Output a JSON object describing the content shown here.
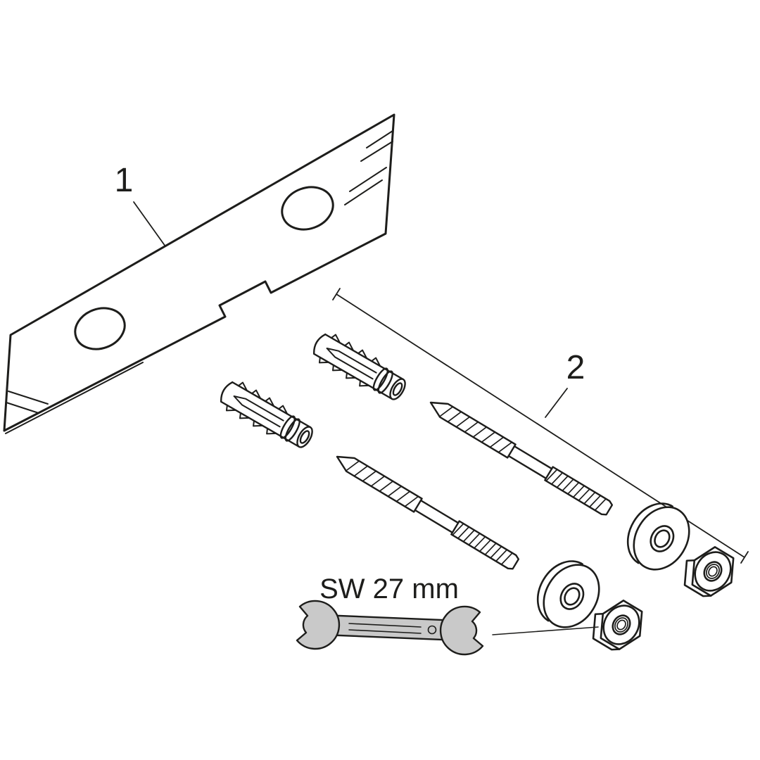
{
  "diagram": {
    "background": "#ffffff",
    "line_color": "#1d1d1b",
    "wrench_fill": "#c9c9c9",
    "callouts": [
      {
        "text": "1",
        "part": "mounting-plate"
      },
      {
        "text": "2",
        "part": "fixing-set"
      }
    ],
    "wrench_label": "SW 27 mm",
    "parts": [
      {
        "name": "mounting-plate",
        "callout": "1",
        "count": 1
      },
      {
        "name": "wall-plug",
        "callout": "2",
        "count": 2
      },
      {
        "name": "hanger-bolt-screw",
        "callout": "2",
        "count": 2
      },
      {
        "name": "washer-cap",
        "callout": "2",
        "count": 2
      },
      {
        "name": "hex-nut",
        "callout": "2",
        "count": 2
      },
      {
        "name": "open-end-wrench",
        "callout": "",
        "count": 1
      }
    ]
  }
}
